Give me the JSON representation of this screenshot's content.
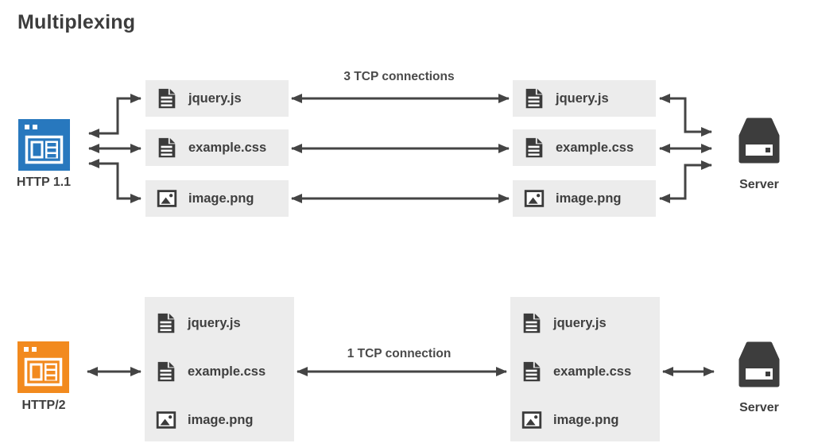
{
  "title": "Multiplexing",
  "colors": {
    "http1_blue": "#2878be",
    "http2_orange": "#f28a1e",
    "dark_gray": "#3f3f3f",
    "arrow": "#444444",
    "box_background": "#ececec"
  },
  "icons": {
    "client": "browser-window-icon",
    "server": "server-icon",
    "code_file": "file-document-icon",
    "image_file": "file-image-icon"
  },
  "http1": {
    "client_label": "HTTP 1.1",
    "connection_label": "3 TCP connections",
    "server_label": "Server",
    "client_files": [
      "jquery.js",
      "example.css",
      "image.png"
    ],
    "server_files": [
      "jquery.js",
      "example.css",
      "image.png"
    ]
  },
  "http2": {
    "client_label": "HTTP/2",
    "connection_label": "1 TCP connection",
    "server_label": "Server",
    "client_files": [
      "jquery.js",
      "example.css",
      "image.png"
    ],
    "server_files": [
      "jquery.js",
      "example.css",
      "image.png"
    ]
  }
}
